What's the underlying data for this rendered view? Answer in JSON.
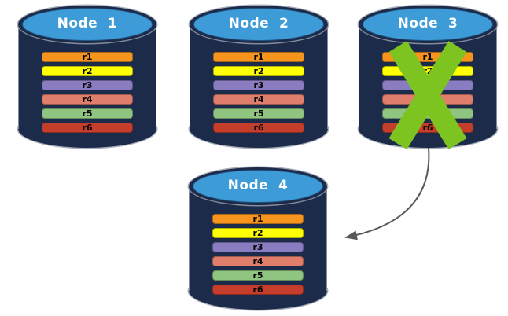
{
  "diagram": {
    "title": "replicated-database-node-failure",
    "background": "#FFFFFF",
    "colors": {
      "cylinder_body": "#1C2B4A",
      "cylinder_top_face": "#3D9BD7",
      "cylinder_edge": "#98A0B0",
      "title_text": "#FFFFFF",
      "bar_text": "#000000",
      "x_mark": "#7DC421",
      "arrow": "#595959"
    },
    "replicas": [
      {
        "label": "r1",
        "color": "#F7941E"
      },
      {
        "label": "r2",
        "color": "#FEFF00"
      },
      {
        "label": "r3",
        "color": "#8A7CC0"
      },
      {
        "label": "r4",
        "color": "#E07E6C"
      },
      {
        "label": "r5",
        "color": "#90C581"
      },
      {
        "label": "r6",
        "color": "#C53D2B"
      }
    ],
    "nodes": [
      {
        "title": "Node  1",
        "failed": false
      },
      {
        "title": "Node  2",
        "failed": false
      },
      {
        "title": "Node  3",
        "failed": true
      },
      {
        "title": "Node  4",
        "failed": false
      }
    ],
    "arrow": {
      "from": "Node 3",
      "to": "Node 4"
    }
  }
}
